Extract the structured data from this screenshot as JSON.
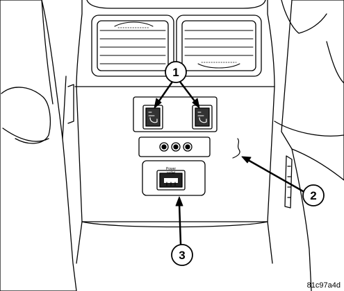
{
  "callouts": [
    {
      "number": "1",
      "target": "rear heated seat switches"
    },
    {
      "number": "2",
      "target": "center console"
    },
    {
      "number": "3",
      "target": "power outlet"
    }
  ],
  "outlet_label_line1": "Power",
  "outlet_label_line2": "outlet",
  "reference_code": "81c97a4d",
  "colors": {
    "line": "#000000",
    "background": "#ffffff"
  }
}
